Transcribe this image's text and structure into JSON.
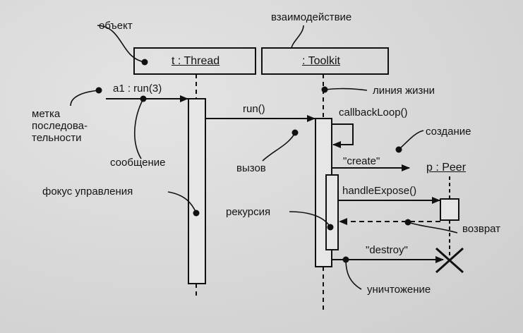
{
  "objects": {
    "thread": "t : Thread",
    "toolkit": ": Toolkit",
    "peer": "p : Peer"
  },
  "messages": {
    "run3": "a1 : run(3)",
    "run": "run()",
    "callback": "callbackLoop()",
    "create": "\"create\"",
    "expose": "handleExpose()",
    "destroy": "\"destroy\""
  },
  "labels": {
    "object": "объект",
    "interaction": "взаимодействие",
    "lifeline": "линия жизни",
    "sequence_label": "метка\nпоследова-\nтельности",
    "message": "сообщение",
    "call": "вызов",
    "creation": "создание",
    "focus": "фокус управления",
    "recursion": "рекурсия",
    "return": "возврат",
    "destruction": "уничтожение"
  }
}
